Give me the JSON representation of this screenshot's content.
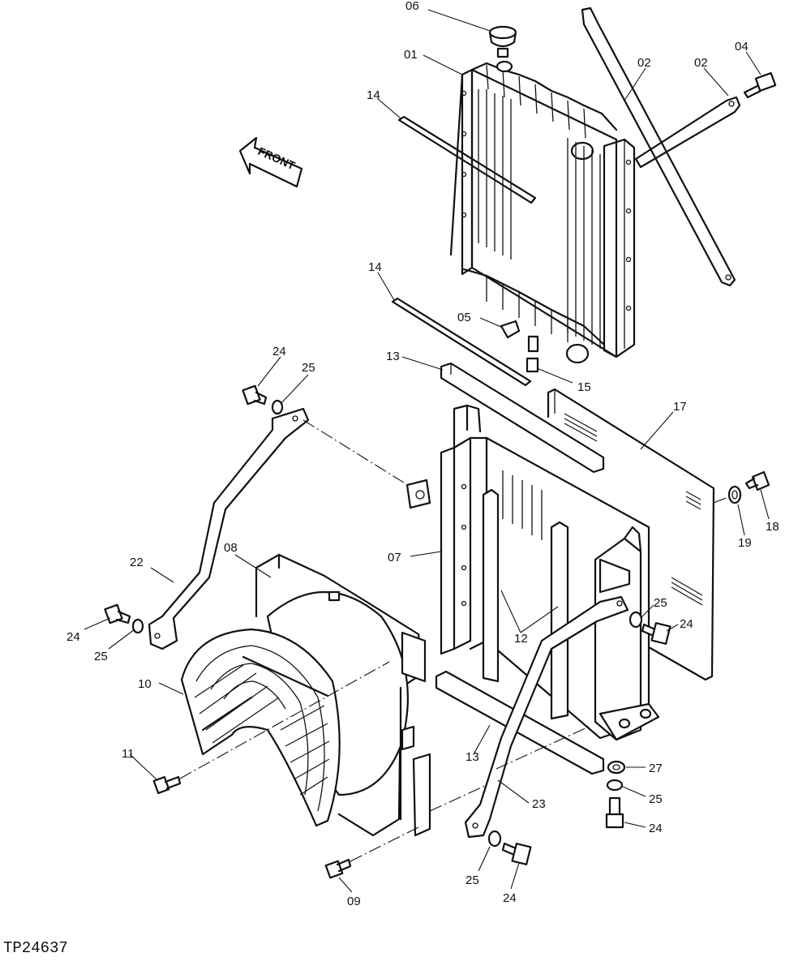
{
  "figure_id": "TP24637",
  "front_label": "FRONT",
  "callouts": [
    {
      "key": "c06",
      "text": "06"
    },
    {
      "key": "c01",
      "text": "01"
    },
    {
      "key": "c02a",
      "text": "02"
    },
    {
      "key": "c02b",
      "text": "02"
    },
    {
      "key": "c04",
      "text": "04"
    },
    {
      "key": "c14a",
      "text": "14"
    },
    {
      "key": "c14b",
      "text": "14"
    },
    {
      "key": "c05",
      "text": "05"
    },
    {
      "key": "c13a",
      "text": "13"
    },
    {
      "key": "c15",
      "text": "15"
    },
    {
      "key": "c24a",
      "text": "24"
    },
    {
      "key": "c25a",
      "text": "25"
    },
    {
      "key": "c17",
      "text": "17"
    },
    {
      "key": "c18",
      "text": "18"
    },
    {
      "key": "c19",
      "text": "19"
    },
    {
      "key": "c07",
      "text": "07"
    },
    {
      "key": "c08",
      "text": "08"
    },
    {
      "key": "c22",
      "text": "22"
    },
    {
      "key": "c24b",
      "text": "24"
    },
    {
      "key": "c25b",
      "text": "25"
    },
    {
      "key": "c12",
      "text": "12"
    },
    {
      "key": "c25c",
      "text": "25"
    },
    {
      "key": "c24c",
      "text": "24"
    },
    {
      "key": "c10",
      "text": "10"
    },
    {
      "key": "c11",
      "text": "11"
    },
    {
      "key": "c13b",
      "text": "13"
    },
    {
      "key": "c27",
      "text": "27"
    },
    {
      "key": "c25d",
      "text": "25"
    },
    {
      "key": "c23",
      "text": "23"
    },
    {
      "key": "c24d",
      "text": "24"
    },
    {
      "key": "c25e",
      "text": "25"
    },
    {
      "key": "c09",
      "text": "09"
    },
    {
      "key": "c24e",
      "text": "24"
    }
  ]
}
